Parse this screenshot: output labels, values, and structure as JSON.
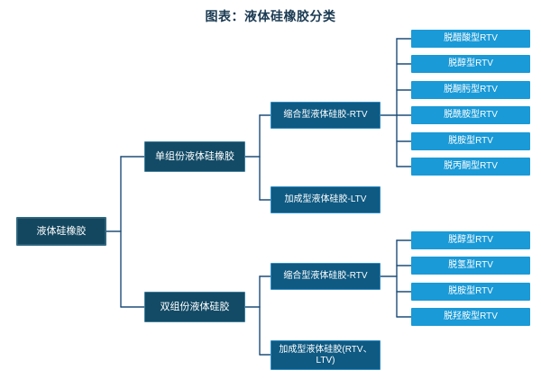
{
  "chart_data": {
    "type": "diagram",
    "diagram_kind": "horizontal-tree",
    "title": "图表：液体硅橡胶分类",
    "levels": 4,
    "root": "液体硅橡胶"
  },
  "title": "图表：液体硅橡胶分类",
  "colors": {
    "root_fill": "#13475f",
    "level2_fill": "#134b66",
    "level3_fill": "#0f5a82",
    "leaf_fill": "#1a9ad7",
    "connector": "#1f4e79",
    "title_text": "#1a3a52",
    "node_text": "#ffffff",
    "background": "#ffffff"
  },
  "tree": {
    "root": {
      "label": "液体硅橡胶"
    },
    "branches": [
      {
        "label": "单组份液体硅橡胶",
        "children": [
          {
            "label": "缩合型液体硅胶-RTV",
            "leaves": [
              "脱醋酸型RTV",
              "脱醇型RTV",
              "脱酮肟型RTV",
              "脱酰胺型RTV",
              "脱胺型RTV",
              "脱丙酮型RTV"
            ]
          },
          {
            "label": "加成型液体硅胶-LTV",
            "leaves": []
          }
        ]
      },
      {
        "label": "双组份液体硅胶",
        "children": [
          {
            "label": "缩合型液体硅胶-RTV",
            "leaves": [
              "脱醇型RTV",
              "脱氢型RTV",
              "脱胺型RTV",
              "脱羟胺型RTV"
            ]
          },
          {
            "label": "加成型液体硅胶(RTV、LTV)",
            "leaves": []
          }
        ]
      }
    ]
  },
  "nodes": {
    "root": "液体硅橡胶",
    "b1": "单组份液体硅橡胶",
    "b2": "双组份液体硅胶",
    "b1c1": "缩合型液体硅胶-RTV",
    "b1c2": "加成型液体硅胶-LTV",
    "b2c1": "缩合型液体硅胶-RTV",
    "b2c2": "加成型液体硅胶(RTV、LTV)",
    "b1c1l1": "脱醋酸型RTV",
    "b1c1l2": "脱醇型RTV",
    "b1c1l3": "脱酮肟型RTV",
    "b1c1l4": "脱酰胺型RTV",
    "b1c1l5": "脱胺型RTV",
    "b1c1l6": "脱丙酮型RTV",
    "b2c1l1": "脱醇型RTV",
    "b2c1l2": "脱氢型RTV",
    "b2c1l3": "脱胺型RTV",
    "b2c1l4": "脱羟胺型RTV"
  }
}
